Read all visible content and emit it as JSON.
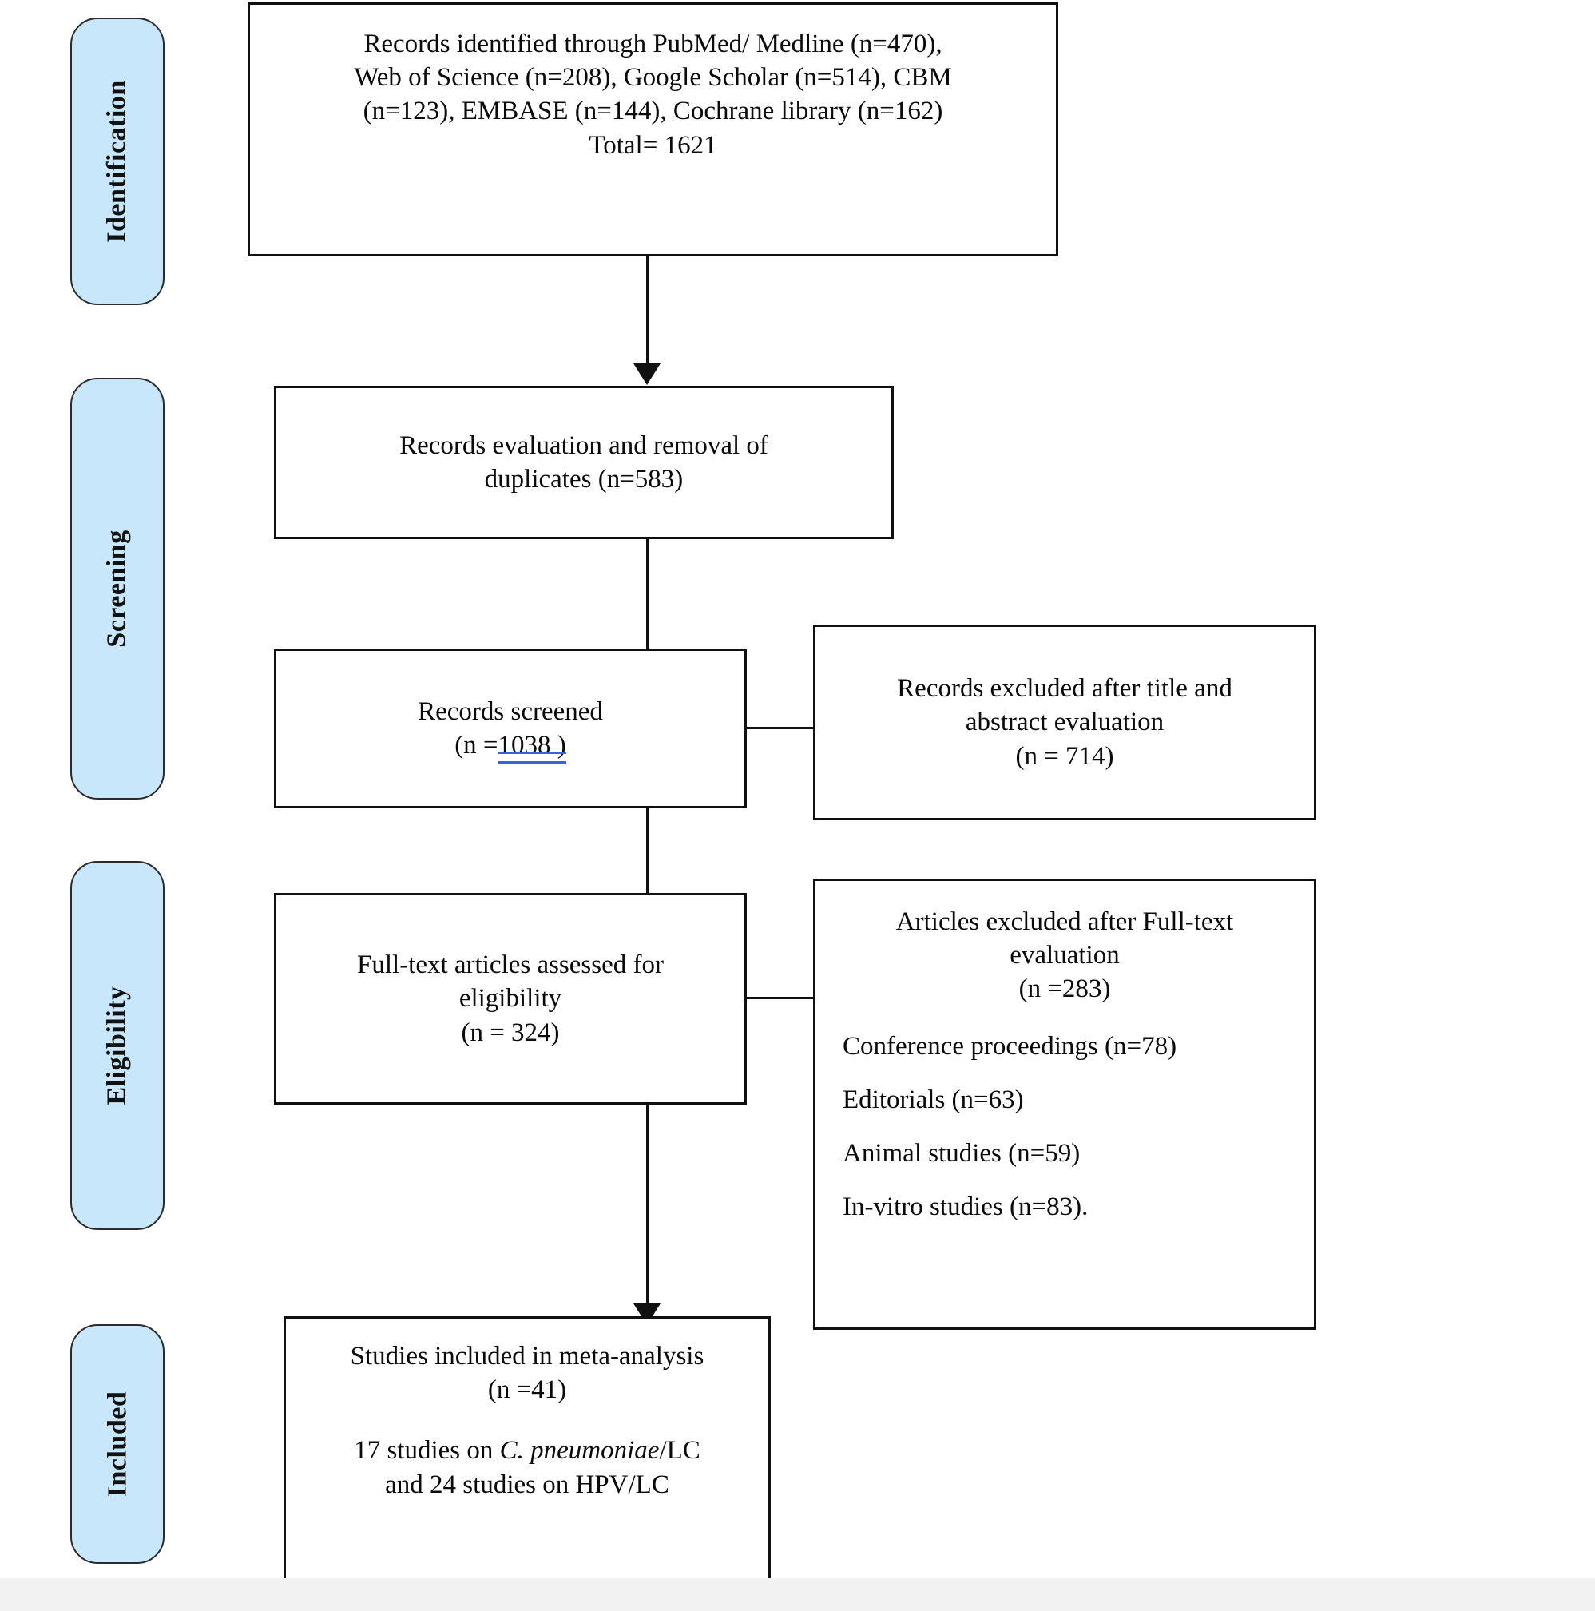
{
  "diagram": {
    "type": "prisma-flow-diagram",
    "title": "PRISMA study selection flow diagram"
  },
  "stages": [
    {
      "id": "identification",
      "label": "Identification"
    },
    {
      "id": "screening",
      "label": "Screening"
    },
    {
      "id": "eligibility",
      "label": "Eligibility"
    },
    {
      "id": "included",
      "label": "Included"
    }
  ],
  "boxes": {
    "identified": {
      "name": "records-identified-box",
      "lines": [
        "Records identified through PubMed/ Medline (n=470),",
        "Web of Science (n=208), Google Scholar (n=514), CBM",
        "(n=123), EMBASE (n=144), Cochrane library (n=162)",
        "Total= 1621"
      ]
    },
    "duplicates": {
      "name": "duplicates-removed-box",
      "lines": [
        "Records evaluation and removal of",
        "duplicates (n=583)"
      ]
    },
    "screened": {
      "name": "records-screened-box",
      "line1": "Records screened",
      "line2_prefix": "(n =",
      "line2_annotated": "1038 )"
    },
    "excluded_title_abstract": {
      "name": "records-excluded-box",
      "lines": [
        "Records excluded after title and",
        "abstract evaluation",
        "(n = 714)"
      ]
    },
    "fulltext_assessed": {
      "name": "fulltext-assessed-box",
      "lines": [
        "Full-text articles assessed for",
        "eligibility",
        "(n = 324)"
      ]
    },
    "excluded_fulltext": {
      "name": "articles-excluded-box",
      "header_lines": [
        "Articles excluded after Full-text",
        "evaluation",
        "(n =283)"
      ],
      "reasons": [
        "Conference proceedings (n=78)",
        "Editorials (n=63)",
        "Animal studies (n=59)",
        "In-vitro studies (n=83)."
      ]
    },
    "included": {
      "name": "studies-included-box",
      "line1": "Studies included in meta-analysis",
      "line2": "(n =41)",
      "line3_pre": "17 studies on ",
      "line3_italic": "C. pneumoniae",
      "line3_post": "/LC",
      "line4": "and 24 studies on HPV/LC"
    }
  },
  "counts": {
    "pubmed_medline": 470,
    "web_of_science": 208,
    "google_scholar": 514,
    "cbm": 123,
    "embase": 144,
    "cochrane_library": 162,
    "total_identified": 1621,
    "duplicates_removed": 583,
    "records_screened": 1038,
    "excluded_title_abstract": 714,
    "fulltext_assessed": 324,
    "excluded_fulltext": 283,
    "conference_proceedings": 78,
    "editorials": 63,
    "animal_studies": 59,
    "in_vitro_studies": 83,
    "studies_included": 41,
    "studies_c_pneumoniae_lc": 17,
    "studies_hpv_lc": 24
  },
  "colors": {
    "stage_pill_fill": "#c9e7fa",
    "stage_pill_border": "#2b2b2b",
    "box_border": "#101010",
    "annotation_underline": "#3a63d8",
    "footer_band": "#f2f2f2"
  }
}
